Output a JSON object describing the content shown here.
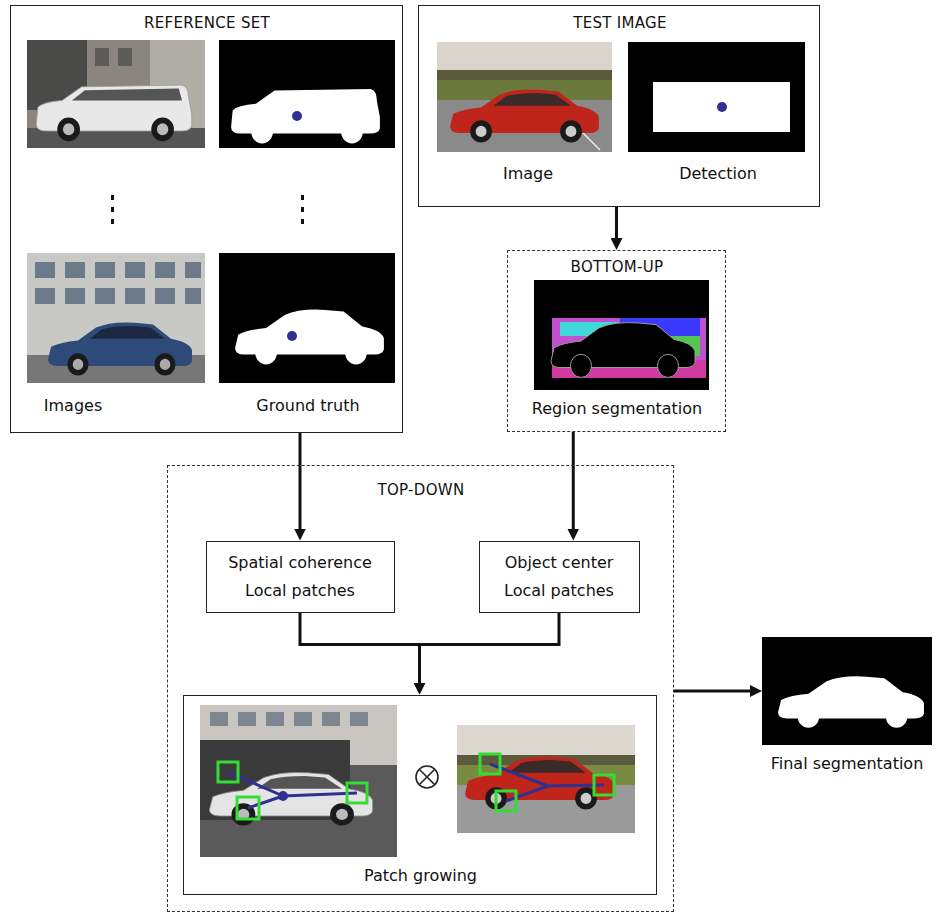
{
  "diagram": {
    "nodes": [
      {
        "text": [
          "REFERENCE SET",
          "Images",
          "Ground truth"
        ]
      },
      {
        "text": [
          "TEST IMAGE",
          "Image",
          "Detection"
        ]
      },
      {
        "text": [
          "BOTTOM-UP",
          "Region segmentation"
        ]
      },
      {
        "text": [
          "TOP-DOWN"
        ]
      },
      {
        "text": [
          "Spatial coherence Local patches"
        ],
        "in": 3
      },
      {
        "text": [
          "Object center Local patches"
        ],
        "in": 3
      },
      {
        "text": [
          "Patch growing"
        ],
        "in": 3
      },
      {
        "text": [
          "Final segmentation"
        ]
      }
    ],
    "edges": [
      {
        "from": 0,
        "to": 4,
        "arrow": "to"
      },
      {
        "from": 1,
        "to": 2,
        "arrow": "to"
      },
      {
        "from": 2,
        "to": 5,
        "arrow": "to"
      },
      {
        "from": 4,
        "to": 6,
        "arrow": "to"
      },
      {
        "from": 5,
        "to": 6,
        "arrow": "to"
      },
      {
        "from": 3,
        "to": 7,
        "arrow": "to"
      }
    ]
  }
}
